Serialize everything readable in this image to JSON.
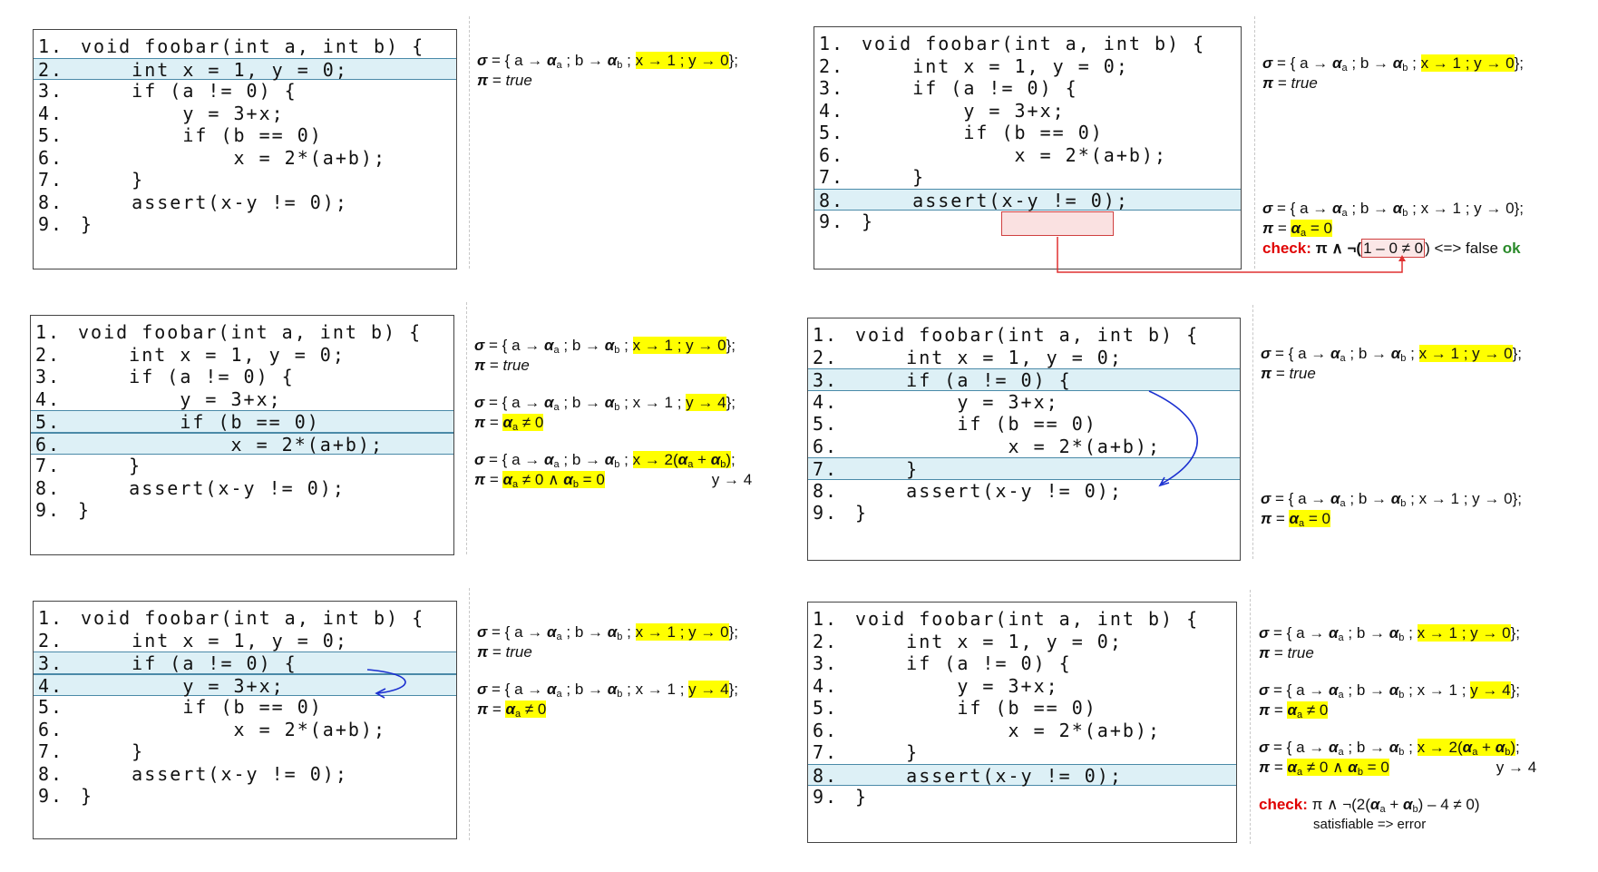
{
  "code_lines": [
    "void foobar(int a, int b) {",
    "    int x = 1, y = 0;",
    "    if (a != 0) {",
    "        y = 3+x;",
    "        if (b == 0)",
    "            x = 2*(a+b);",
    "    }",
    "    assert(x-y != 0);",
    "}"
  ],
  "line_numbers": [
    "1.",
    "2.",
    "3.",
    "4.",
    "5.",
    "6.",
    "7.",
    "8.",
    "9."
  ],
  "sym": {
    "sigma": "σ",
    "pi": "π",
    "eq": " = ",
    "open": "{",
    "close": "};",
    "a_map": "a → ",
    "alpha": "α",
    "a": "a",
    "b": "b",
    "b_map": "b → ",
    "semi": " ; ",
    "true": "true",
    "x1y0": "x → 1 ; y → 0",
    "x1": "x → 1",
    "y4": "y → 4",
    "x2ab_pre": "x → 2(",
    "plus": " + ",
    "close_paren": ")",
    "neq0": " ≠ 0",
    "eq0": " = 0",
    "and": " ∧ ",
    "semi_end": ";",
    "y4_short": "y → 4"
  },
  "check": {
    "label": "check:",
    "p1_expr_pre": " π ∧ ¬(",
    "p1_boxed": "1 – 0 ≠ 0",
    "p1_post": ")",
    "p1_result": "<=> false",
    "p1_ok": "ok",
    "p6_expr": " π ∧ ¬(2(",
    "p6_mid": " + ",
    "p6_end": ") – 4 ≠ 0)",
    "p6_result": "satisfiable => error"
  },
  "colors": {
    "highlight_line": "#ddf0f6",
    "highlight_yellow": "#ffff00",
    "check_red": "#e00000",
    "ok_green": "#2a8a2a",
    "arrow_blue": "#1a2fd0"
  }
}
